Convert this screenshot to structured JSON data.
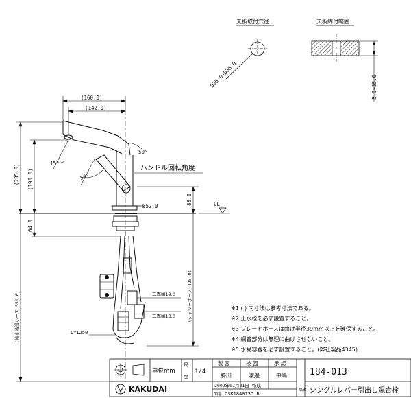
{
  "top_views": {
    "hole_title": "天板取付穴径",
    "hole_dim": "Ø35.0~Ø38.0",
    "range_title": "天板締付範囲",
    "range_dim": "5.0~35.0"
  },
  "dims": {
    "width_outer": "(160.0)",
    "width_inner": "(142.0)",
    "angle_50_top": "50°",
    "angle_15": "15°",
    "angle_50_mid": "50°",
    "handle_label": "ハンドル回転角度",
    "height_total": "(235.0)",
    "height_inner": "(190.0)",
    "dia_52": "Ø52.0",
    "h_85": "85.0",
    "cl": "CL",
    "d_64": "64.0",
    "hose_550": "(給水給湯ホース 550.0)",
    "hose_425": "(シャワーホース 425.0)",
    "hex_19": "二面幅19.0",
    "hex_13": "二面幅13.0",
    "len_1250": "L=1250"
  },
  "notes": [
    "※1  (  ) 内寸法は参考寸法である。",
    "※2  止水栓を必ず設置すること。",
    "※3  ブレードホースは曲げ半径39mm以上を確保すること。",
    "※4  網管部分は無理に曲げさせないこと。",
    "※5  水受容器を必ず設置すること。(弊社製品4345)"
  ],
  "title_block": {
    "unit_label": "単位mm",
    "scale_label_top": "尺",
    "scale_label_bottom": "度",
    "scale_value": "1/4",
    "col_design": "製  図",
    "col_check": "検  図",
    "col_approve": "承  認",
    "drawer": "勝田",
    "checker": "渡邊",
    "approver": "中嶋",
    "part_number": "184-013",
    "product_name": "シングルレバー引出し混合栓",
    "date": "2009年07月21日 作成",
    "drawing_no": "CSK184013D_B",
    "drawing_no_label": "図番",
    "side_label": "品名",
    "brand": "KAKUDAI"
  }
}
